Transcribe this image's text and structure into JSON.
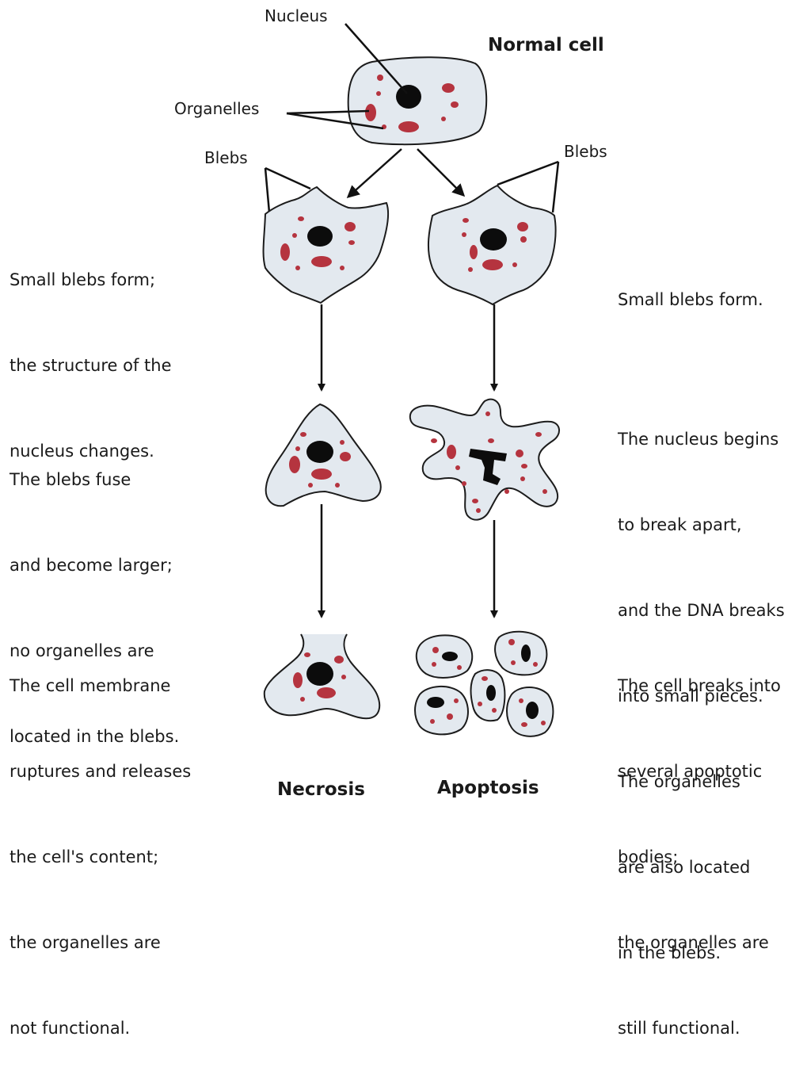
{
  "title": "Normal cell",
  "labels": {
    "nucleus": "Nucleus",
    "organelles": "Organelles",
    "blebs_left": "Blebs",
    "blebs_right": "Blebs"
  },
  "columns": {
    "necrosis": "Necrosis",
    "apoptosis": "Apoptosis"
  },
  "necrosis_steps": [
    [
      "Small blebs form;",
      "the structure of the",
      "nucleus changes."
    ],
    [
      "The blebs fuse",
      "and become larger;",
      "no organelles are",
      "located in the blebs."
    ],
    [
      "The cell membrane",
      "ruptures and releases",
      "the cell's content;",
      "the organelles are",
      "not functional."
    ]
  ],
  "apoptosis_steps": [
    [
      "Small blebs form."
    ],
    [
      "The nucleus begins",
      "to break apart,",
      "and the DNA breaks",
      "into small pieces.",
      "The organelles",
      "are also located",
      "in the blebs."
    ],
    [
      "The cell breaks into",
      "several apoptotic",
      "bodies;",
      "the organelles are",
      "still functional."
    ]
  ],
  "colors": {
    "cell_fill": "#e3e9ef",
    "organelle": "#b5343f",
    "nucleus": "#0c0c0c"
  }
}
